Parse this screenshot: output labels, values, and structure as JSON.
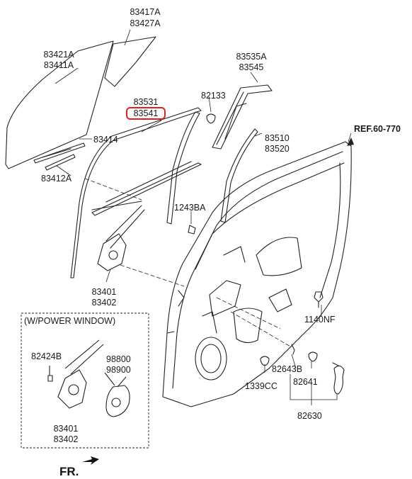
{
  "diagram": {
    "labels": {
      "p83417A": "83417A",
      "p83427A": "83427A",
      "p83421A": "83421A",
      "p83411A": "83411A",
      "p83535A": "83535A",
      "p83545": "83545",
      "p82133": "82133",
      "p83531": "83531",
      "p83541": "83541",
      "p83414": "83414",
      "p83412A": "83412A",
      "p83510": "83510",
      "p83520": "83520",
      "ref": "REF.60-770",
      "p1243BA": "1243BA",
      "p83401a": "83401",
      "p83402a": "83402",
      "p1140NF": "1140NF",
      "p82424B": "82424B",
      "p98800": "98800",
      "p98900": "98900",
      "p82643B": "82643B",
      "p1339CC": "1339CC",
      "p82641": "82641",
      "p82630": "82630",
      "p83401b": "83401",
      "p83402b": "83402"
    },
    "highlighted_part": "83541",
    "highlight_color": "#e02020",
    "option_box_title": "(W/POWER WINDOW)",
    "direction_label": "FR."
  }
}
